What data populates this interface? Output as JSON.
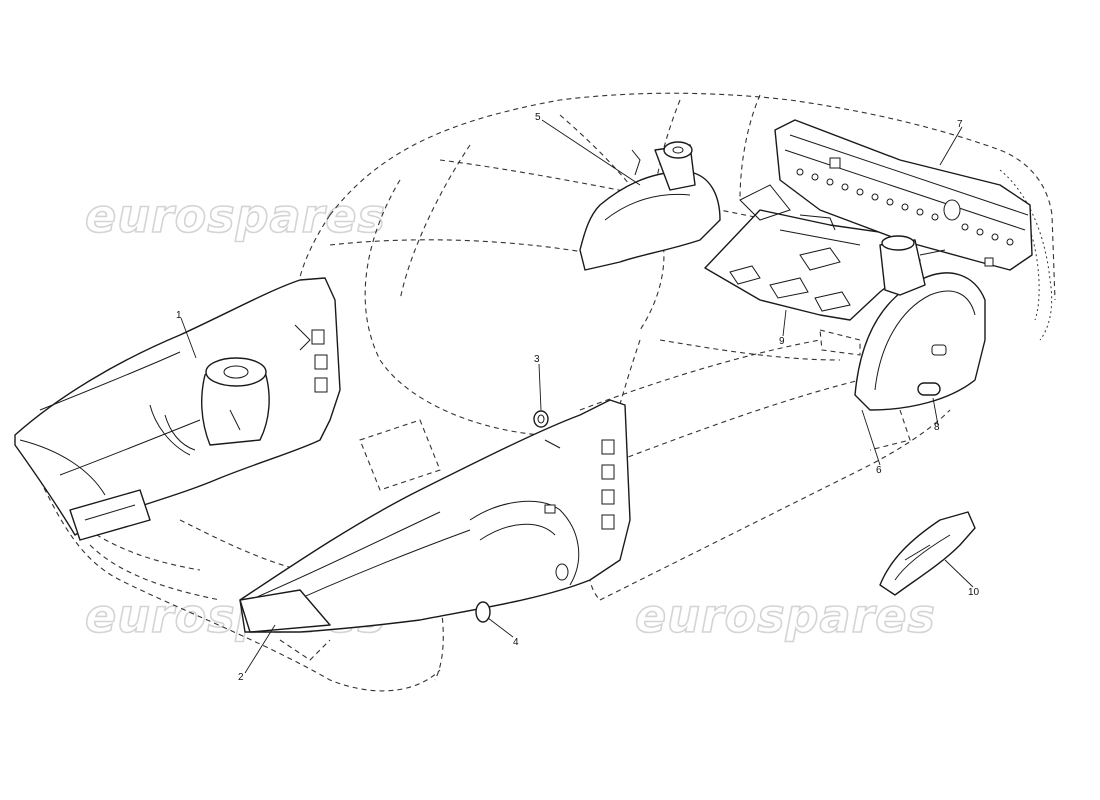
{
  "diagram": {
    "callouts": [
      {
        "id": "1",
        "label": "1"
      },
      {
        "id": "2",
        "label": "2"
      },
      {
        "id": "3",
        "label": "3"
      },
      {
        "id": "4",
        "label": "4"
      },
      {
        "id": "5",
        "label": "5"
      },
      {
        "id": "6",
        "label": "6"
      },
      {
        "id": "7",
        "label": "7"
      },
      {
        "id": "8",
        "label": "8"
      },
      {
        "id": "9",
        "label": "9"
      },
      {
        "id": "10",
        "label": "10"
      }
    ],
    "watermarks": [
      "eurospares",
      "eurospares",
      "eurospares"
    ]
  },
  "colors": {
    "ink": "#1a1a1a",
    "watermark": "#d4d4d4",
    "background": "#ffffff"
  }
}
